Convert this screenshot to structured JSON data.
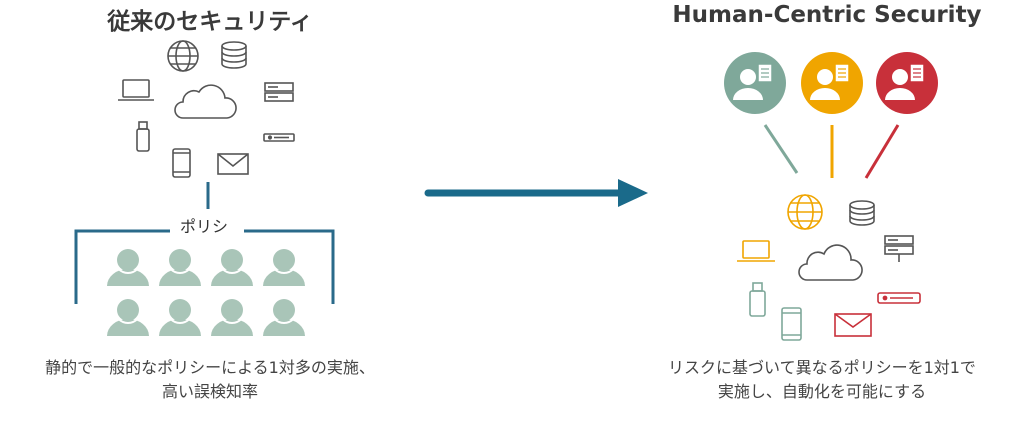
{
  "left_panel": {
    "title": "従来のセキュリティ",
    "policy_label": "ポリシ",
    "caption_line1": "静的で一般的なポリシーによる1対多の実施、",
    "caption_line2": "高い誤検知率",
    "icon_color": "#555555",
    "bracket_color": "#2a6a8a",
    "user_color": "#a9c5b8",
    "icons": [
      "globe-icon",
      "database-icon",
      "laptop-icon",
      "cloud-icon",
      "server-icon",
      "usb-icon",
      "network-device-icon",
      "smartphone-icon",
      "mail-icon"
    ]
  },
  "arrow": {
    "color": "#1a6a8a"
  },
  "right_panel": {
    "title": "Human-Centric Security",
    "caption_line1": "リスクに基づいて異なるポリシーを1対1で",
    "caption_line2": "実施し、自動化を可能にする",
    "user_colors": [
      "#7fa89a",
      "#f0a500",
      "#c8303a"
    ],
    "icon_colors": {
      "globe": "#f0a500",
      "database": "#555555",
      "laptop": "#f0a500",
      "cloud": "#555555",
      "server": "#555555",
      "usb": "#7fa89a",
      "network": "#c8303a",
      "smartphone": "#7fa89a",
      "mail": "#c8303a"
    }
  }
}
